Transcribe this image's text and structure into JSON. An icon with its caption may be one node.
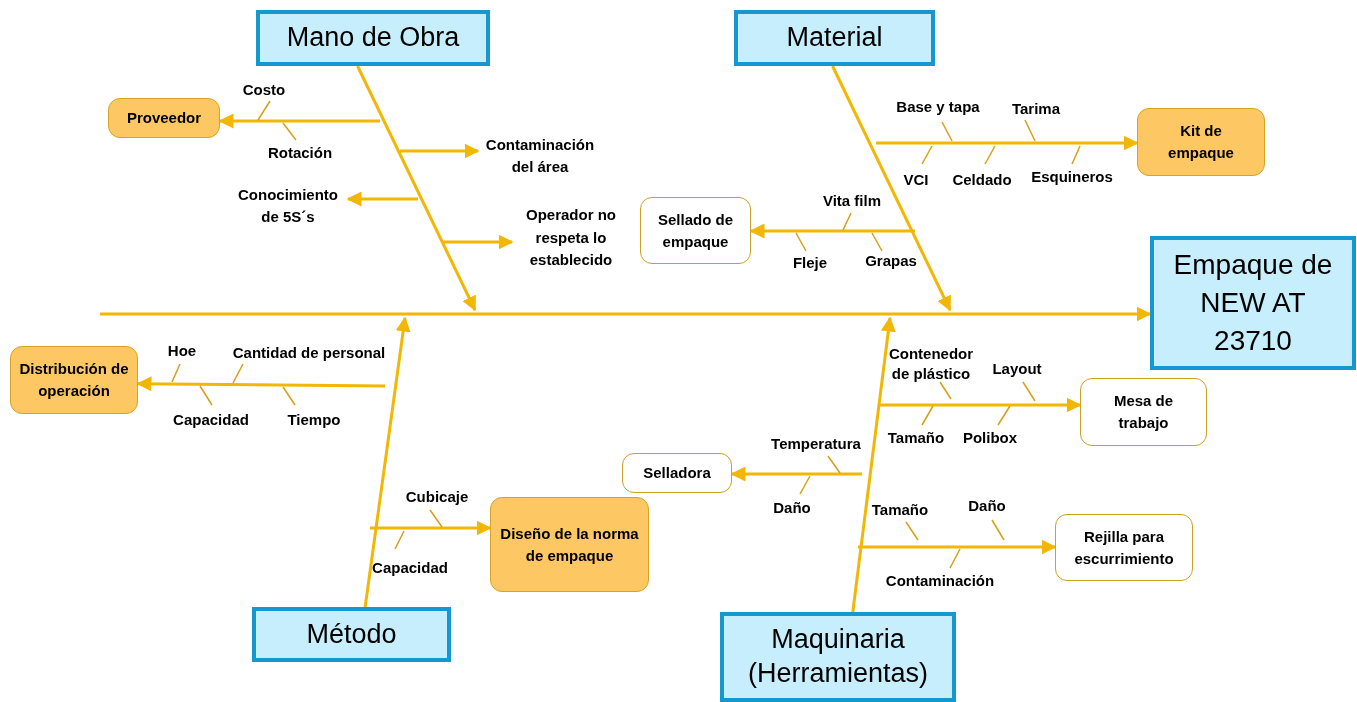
{
  "diagram": {
    "nodes": [
      {
        "text": [
          "Mano de Obra"
        ]
      },
      {
        "text": [
          "Material"
        ]
      },
      {
        "text": [
          "Proveedor"
        ]
      },
      {
        "text": [
          "Kit de empaque"
        ]
      },
      {
        "text": [
          "Contaminación del área"
        ]
      },
      {
        "text": [
          "Conocimiento de 5S´s"
        ]
      },
      {
        "text": [
          "Sellado de empaque"
        ]
      },
      {
        "text": [
          "Operador no respeta lo establecido"
        ]
      },
      {
        "text": [
          "Empaque de NEW AT 23710"
        ]
      },
      {
        "text": [
          "Distribución de operación"
        ]
      },
      {
        "text": [
          "Mesa de trabajo"
        ]
      },
      {
        "text": [
          "Selladora"
        ]
      },
      {
        "text": [
          "Diseño de la norma de empaque"
        ]
      },
      {
        "text": [
          "Rejilla para escurrimiento"
        ]
      },
      {
        "text": [
          "Método"
        ]
      },
      {
        "text": [
          "Maquinaria (Herramientas)"
        ]
      }
    ],
    "edges": [
      {
        "from": null,
        "to": 8,
        "arrow": "to"
      },
      {
        "from": 0,
        "to": null,
        "arrow": "to"
      },
      {
        "from": 1,
        "to": null,
        "arrow": "to"
      },
      {
        "from": 14,
        "to": null,
        "arrow": "to"
      },
      {
        "from": 15,
        "to": null,
        "arrow": "to"
      },
      {
        "from": null,
        "to": 2,
        "arrow": "to"
      },
      {
        "from": null,
        "to": 4,
        "arrow": "to"
      },
      {
        "from": null,
        "to": 5,
        "arrow": "to"
      },
      {
        "from": null,
        "to": 7,
        "arrow": "to"
      },
      {
        "from": null,
        "to": 3,
        "arrow": "to"
      },
      {
        "from": null,
        "to": 6,
        "arrow": "to"
      },
      {
        "from": null,
        "to": 9,
        "arrow": "to"
      },
      {
        "from": null,
        "to": 12,
        "arrow": "to"
      },
      {
        "from": null,
        "to": 11,
        "arrow": "to"
      },
      {
        "from": null,
        "to": 10,
        "arrow": "to"
      },
      {
        "from": null,
        "to": 13,
        "arrow": "to"
      }
    ],
    "labels": [
      "Costo",
      "Rotación",
      "Base y tapa",
      "Tarima",
      "VCI",
      "Celdado",
      "Esquineros",
      "Vita film",
      "Fleje",
      "Grapas",
      "Hoe",
      "Cantidad de personal",
      "Capacidad",
      "Tiempo",
      "Contenedor de plástico",
      "Layout",
      "Tamaño",
      "Polibox",
      "Temperatura",
      "Daño",
      "Cubicaje",
      "Capacidad",
      "Tamaño",
      "Daño",
      "Contaminación"
    ]
  }
}
